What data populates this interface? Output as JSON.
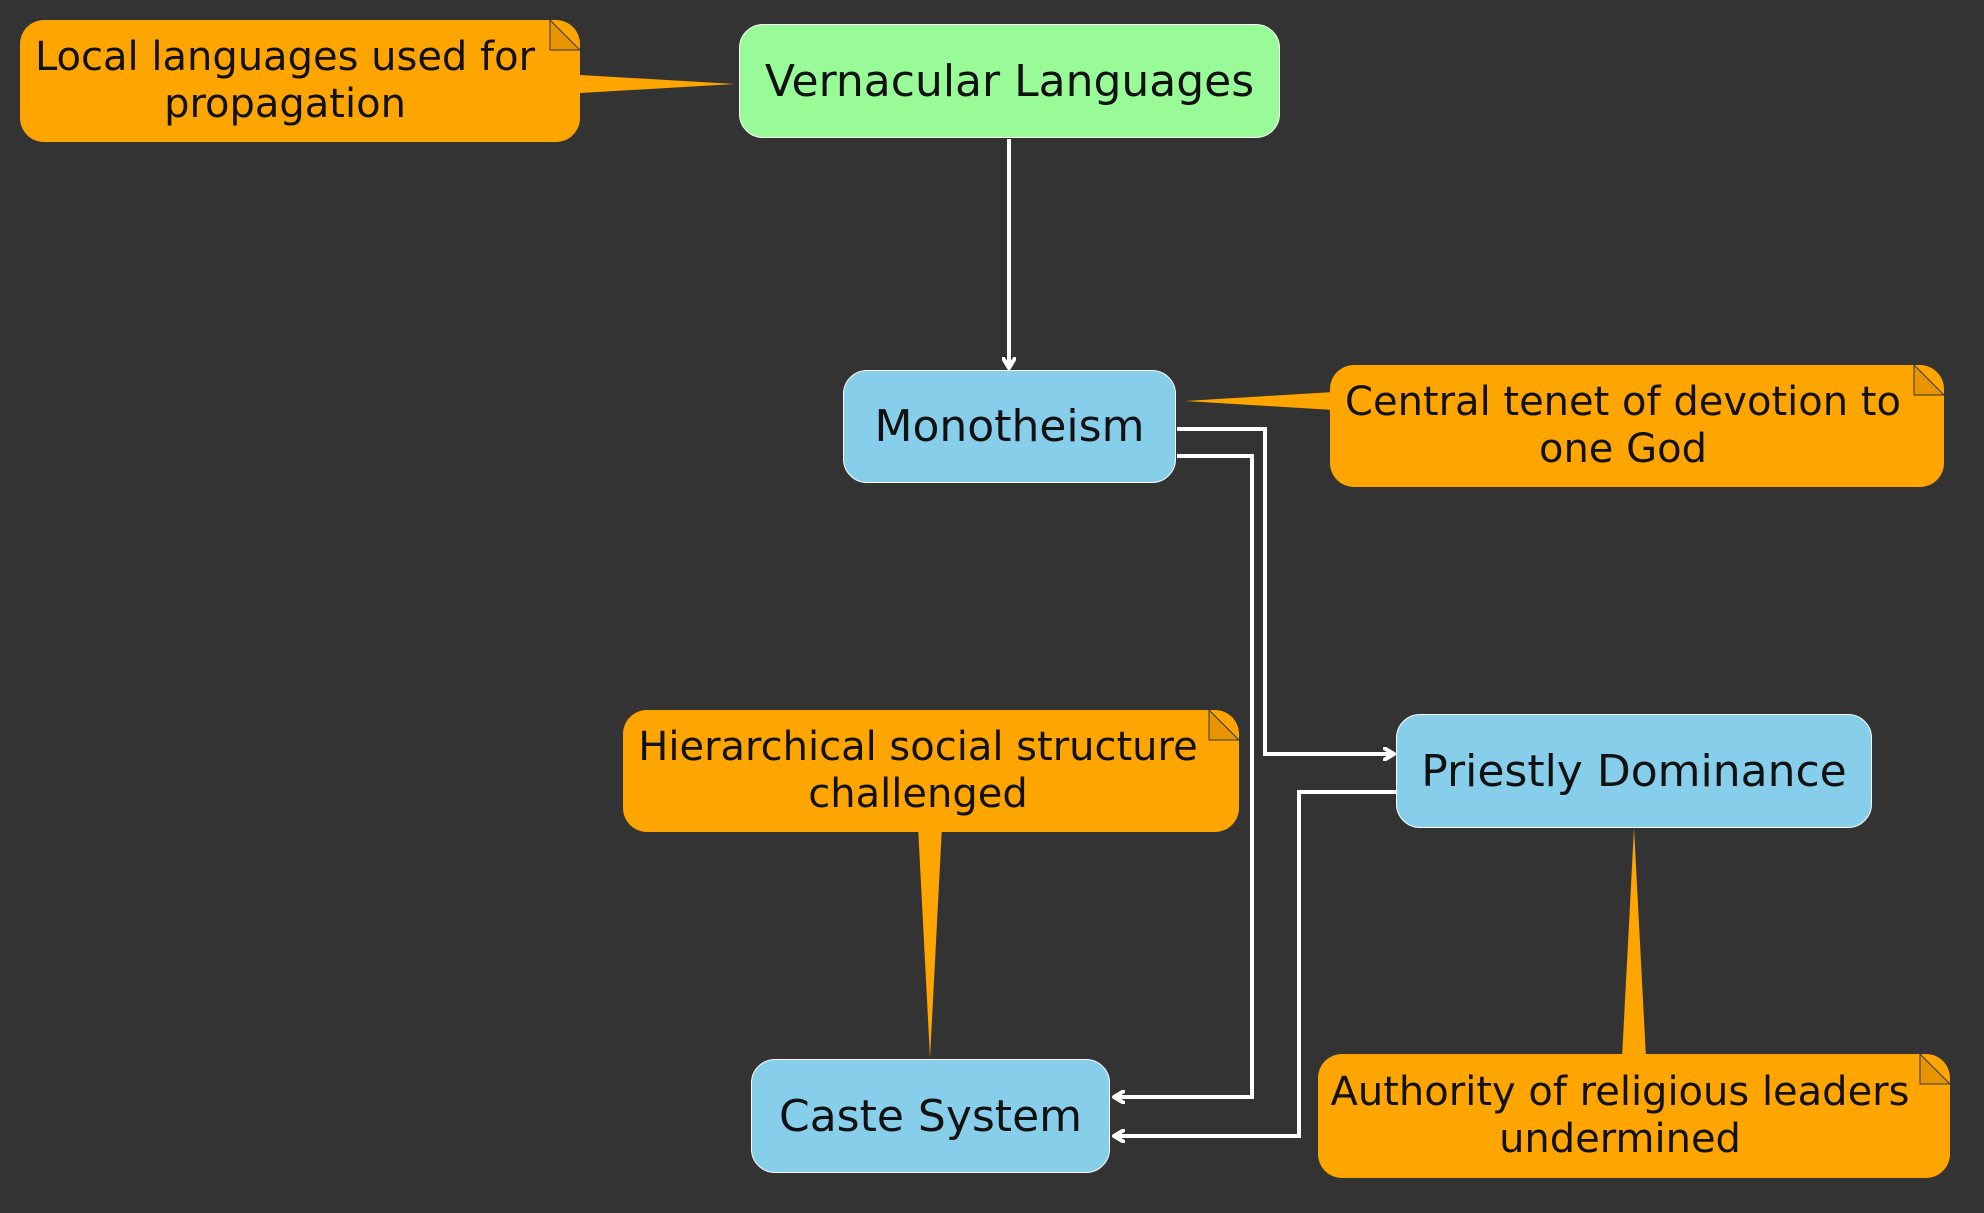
{
  "colors": {
    "background": "#333333",
    "root_node": "#98fb98",
    "node": "#87ceeb",
    "note": "#ffa500",
    "edge": "#ffffff"
  },
  "nodes": {
    "vernacular": "Vernacular Languages",
    "monotheism": "Monotheism",
    "priestly": "Priestly Dominance",
    "caste": "Caste System"
  },
  "notes": {
    "vernacular": "Local languages used for propagation",
    "monotheism": "Central tenet of devotion to one God",
    "caste": "Hierarchical social structure challenged",
    "priestly": "Authority of religious leaders undermined"
  },
  "edges": [
    {
      "from": "Vernacular Languages",
      "to": "Monotheism"
    },
    {
      "from": "Monotheism",
      "to": "Priestly Dominance"
    },
    {
      "from": "Monotheism",
      "to": "Caste System"
    },
    {
      "from": "Priestly Dominance",
      "to": "Caste System"
    }
  ]
}
